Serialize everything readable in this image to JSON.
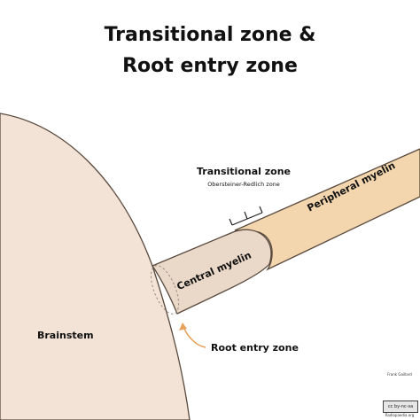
{
  "title": {
    "line1": "Transitional zone &",
    "line2": "Root entry zone"
  },
  "labels": {
    "transitional_zone": "Transitional zone",
    "transitional_zone_sub": "Obersteiner-Redlich zone",
    "peripheral_myelin": "Peripheral myelin",
    "central_myelin": "Central myelin",
    "brainstem": "Brainstem",
    "root_entry_zone": "Root entry zone"
  },
  "credit": {
    "author": "Frank Gaillard",
    "site": "Radiopaedia.org",
    "license_badge": "cc by-nc-sa"
  },
  "colors": {
    "brainstem_fill": "#f2e3d6",
    "outline": "#5a4a3e",
    "peripheral_fill": "#f3d6ae",
    "central_fill": "#ead8c8",
    "arrow": "#e5a35b"
  }
}
